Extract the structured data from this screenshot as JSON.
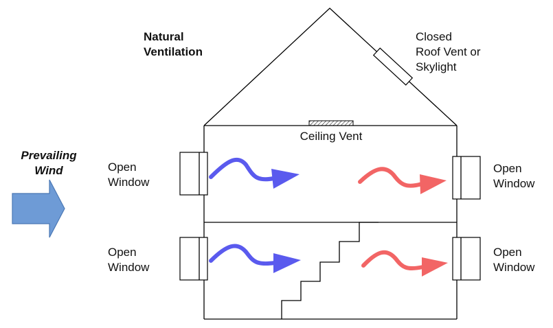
{
  "title": {
    "line1": "Natural",
    "line2": "Ventilation"
  },
  "roof_vent_label": {
    "line1": "Closed",
    "line2": "Roof Vent or",
    "line3": "Skylight"
  },
  "ceiling_vent_label": "Ceiling Vent",
  "wind_label": {
    "line1": "Prevailing",
    "line2": "Wind"
  },
  "windows": {
    "upper_left": {
      "line1": "Open",
      "line2": "Window"
    },
    "upper_right": {
      "line1": "Open",
      "line2": "Window"
    },
    "lower_left": {
      "line1": "Open",
      "line2": "Window"
    },
    "lower_right": {
      "line1": "Open",
      "line2": "Window"
    }
  },
  "colors": {
    "wind_arrow": "#6e9bd6",
    "wind_arrow_stroke": "#4a77b4",
    "cool_air": "#5a5aee",
    "warm_air": "#f26565"
  }
}
